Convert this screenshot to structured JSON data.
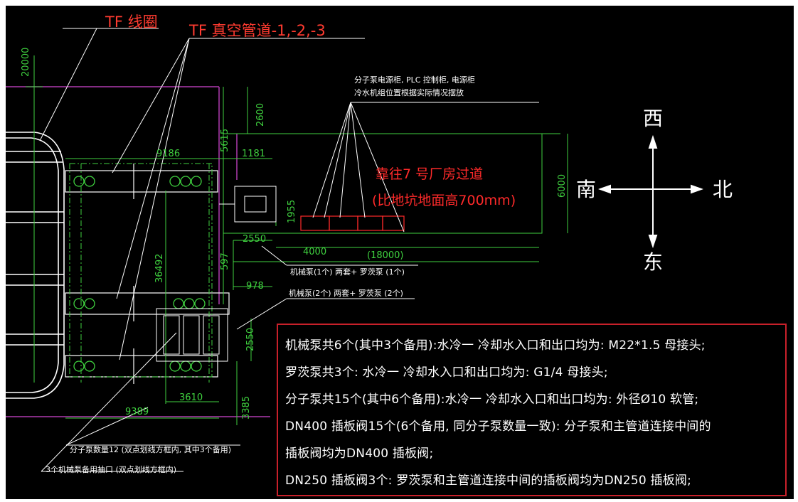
{
  "labels": {
    "tf_coil": "TF 线圈",
    "tf_vacuum": "TF 真空管道-1,-2,-3",
    "plc_line1": "分子泵电源柜, PLC 控制柜, 电源柜",
    "plc_line2": "冷水机组位置根据实际情况摆放",
    "room_line1": "靠往7 号厂房过道",
    "room_line2": "(比地坑地面高700mm)",
    "pump_1": "机械泵(1个) 两套+ 罗茨泵 (1个)",
    "pump_2": "机械泵(2个) 两套+ 罗茨泵 (2个)",
    "molecular_count": "分子泵数量12 (双点划线方框内, 其中3个备用)",
    "mech_spare": "3个机械泵备用抽口 (双点划线方框内)"
  },
  "compass": {
    "west": "西",
    "south": "南",
    "north": "北",
    "east": "东"
  },
  "dims": {
    "d20000": "20000",
    "d2600": "2600",
    "d5615": "5615",
    "d9186": "9186",
    "d1181": "1181",
    "d6000": "6000",
    "d1955": "1955",
    "d2550a": "2550",
    "d4000": "4000",
    "d18000": "(18000)",
    "d597": "597",
    "d36492": "36492",
    "d978": "978",
    "d2550b": "2550",
    "d3610": "3610",
    "d9389": "9389",
    "d3385": "3385"
  },
  "notes": [
    "机械泵共6个(其中3个备用):水冷一 冷却水入口和出口均为: M22*1.5 母接头;",
    "罗茨泵共3个: 水冷一 冷却水入口和出口均为: G1/4 母接头;",
    "分子泵共15个(其中6个备用):水冷一 冷却水入口和出口均为: 外径Ø10 软管;",
    "DN400 插板阀15个(6个备用, 同分子泵数量一致): 分子泵和主管道连接中间的",
    "插板阀均为DN400 插板阀;",
    "DN250 插板阀3个: 罗茨泵和主管道连接中间的插板阀均为DN250 插板阀;"
  ],
  "colors": {
    "background": "#000000",
    "dimension": "#3fd13f",
    "outline": "#ffffff",
    "red_text": "#ff2a2a",
    "purple_line": "#b03ab0",
    "frame": "#c8202a"
  }
}
